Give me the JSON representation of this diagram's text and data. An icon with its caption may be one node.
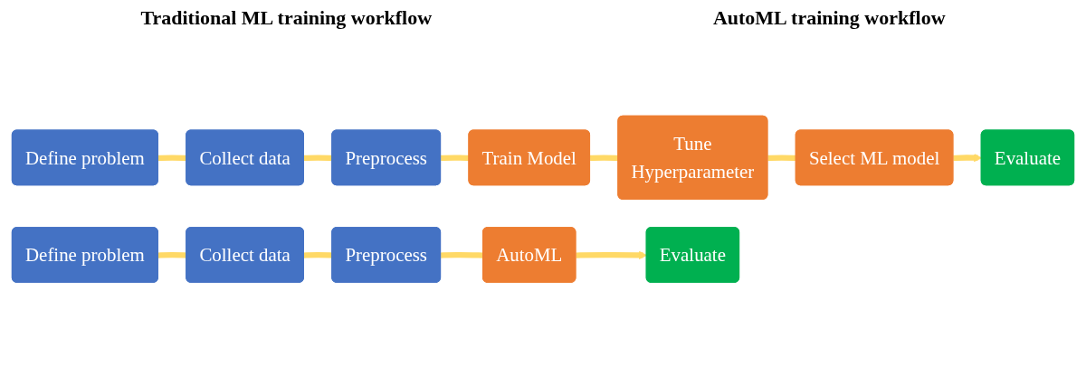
{
  "diagram": {
    "nodes": [
      {
        "text": [
          "Define problem"
        ]
      },
      {
        "text": [
          "Collect data"
        ]
      },
      {
        "text": [
          "Preprocess"
        ]
      },
      {
        "text": [
          "Train Model"
        ]
      },
      {
        "text": [
          "Tune",
          "Hyperparameter"
        ]
      },
      {
        "text": [
          "Select ML model"
        ]
      },
      {
        "text": [
          "Evaluate"
        ]
      },
      {
        "text": [
          "Define problem"
        ]
      },
      {
        "text": [
          "Collect data"
        ]
      },
      {
        "text": [
          "Preprocess"
        ]
      },
      {
        "text": [
          "AutoML"
        ]
      },
      {
        "text": [
          "Evaluate"
        ]
      }
    ],
    "edges": [
      {
        "from": 0,
        "to": 1,
        "arrow": "none"
      },
      {
        "from": 1,
        "to": 2,
        "arrow": "none"
      },
      {
        "from": 2,
        "to": 3,
        "arrow": "none"
      },
      {
        "from": 3,
        "to": 4,
        "arrow": "none"
      },
      {
        "from": 4,
        "to": 5,
        "arrow": "none"
      },
      {
        "from": 5,
        "to": 6,
        "arrow": "to"
      },
      {
        "from": 7,
        "to": 8,
        "arrow": "none"
      },
      {
        "from": 8,
        "to": 9,
        "arrow": "none"
      },
      {
        "from": 9,
        "to": 10,
        "arrow": "none"
      },
      {
        "from": 10,
        "to": 11,
        "arrow": "to"
      }
    ],
    "labels": [
      "Traditional ML training workflow",
      "AutoML training workflow"
    ]
  }
}
